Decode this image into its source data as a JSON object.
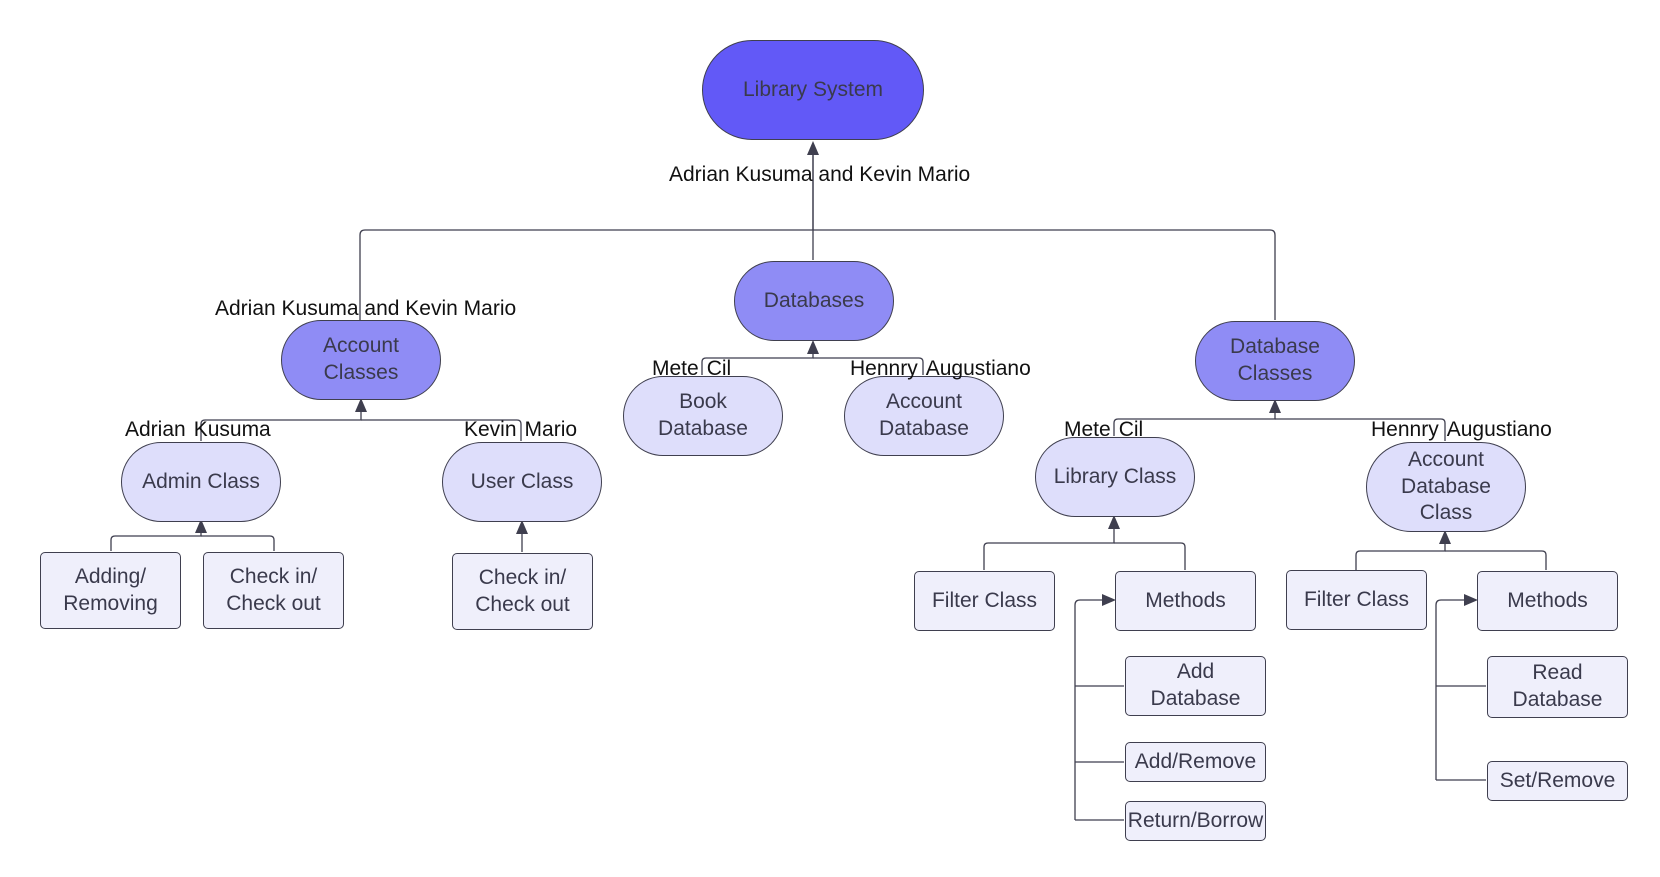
{
  "diagram": {
    "root": "Library System",
    "databases": "Databases",
    "account_classes": "Account\nClasses",
    "database_classes": "Database\nClasses",
    "book_database": "Book\nDatabase",
    "account_database": "Account\nDatabase",
    "admin_class": "Admin Class",
    "user_class": "User Class",
    "library_class": "Library Class",
    "account_database_class": "Account\nDatabase\nClass",
    "admin_adding": "Adding/\nRemoving",
    "admin_checkin": "Check in/\nCheck out",
    "user_checkin": "Check in/\nCheck out",
    "lib_filter": "Filter Class",
    "lib_methods": "Methods",
    "lib_add_database": "Add\nDatabase",
    "lib_add_remove": "Add/Remove",
    "lib_return_borrow": "Return/Borrow",
    "acc_filter": "Filter Class",
    "acc_methods": "Methods",
    "acc_read_database": "Read\nDatabase",
    "acc_set_remove": "Set/Remove"
  },
  "labels": {
    "root_authors": "Adrian Kusuma and Kevin Mario",
    "account_classes_authors": "Adrian Kusuma and Kevin Mario",
    "admin_first": "Adrian",
    "admin_last": "Kusuma",
    "user_first": "Kevin",
    "user_last": "Mario",
    "book_first": "Mete",
    "book_last": "Cil",
    "accdb_first": "Hennry",
    "accdb_last": "Augustiano",
    "library_first": "Mete",
    "library_last": "Cil",
    "accdbclass_first": "Hennry",
    "accdbclass_last": "Augustiano"
  }
}
